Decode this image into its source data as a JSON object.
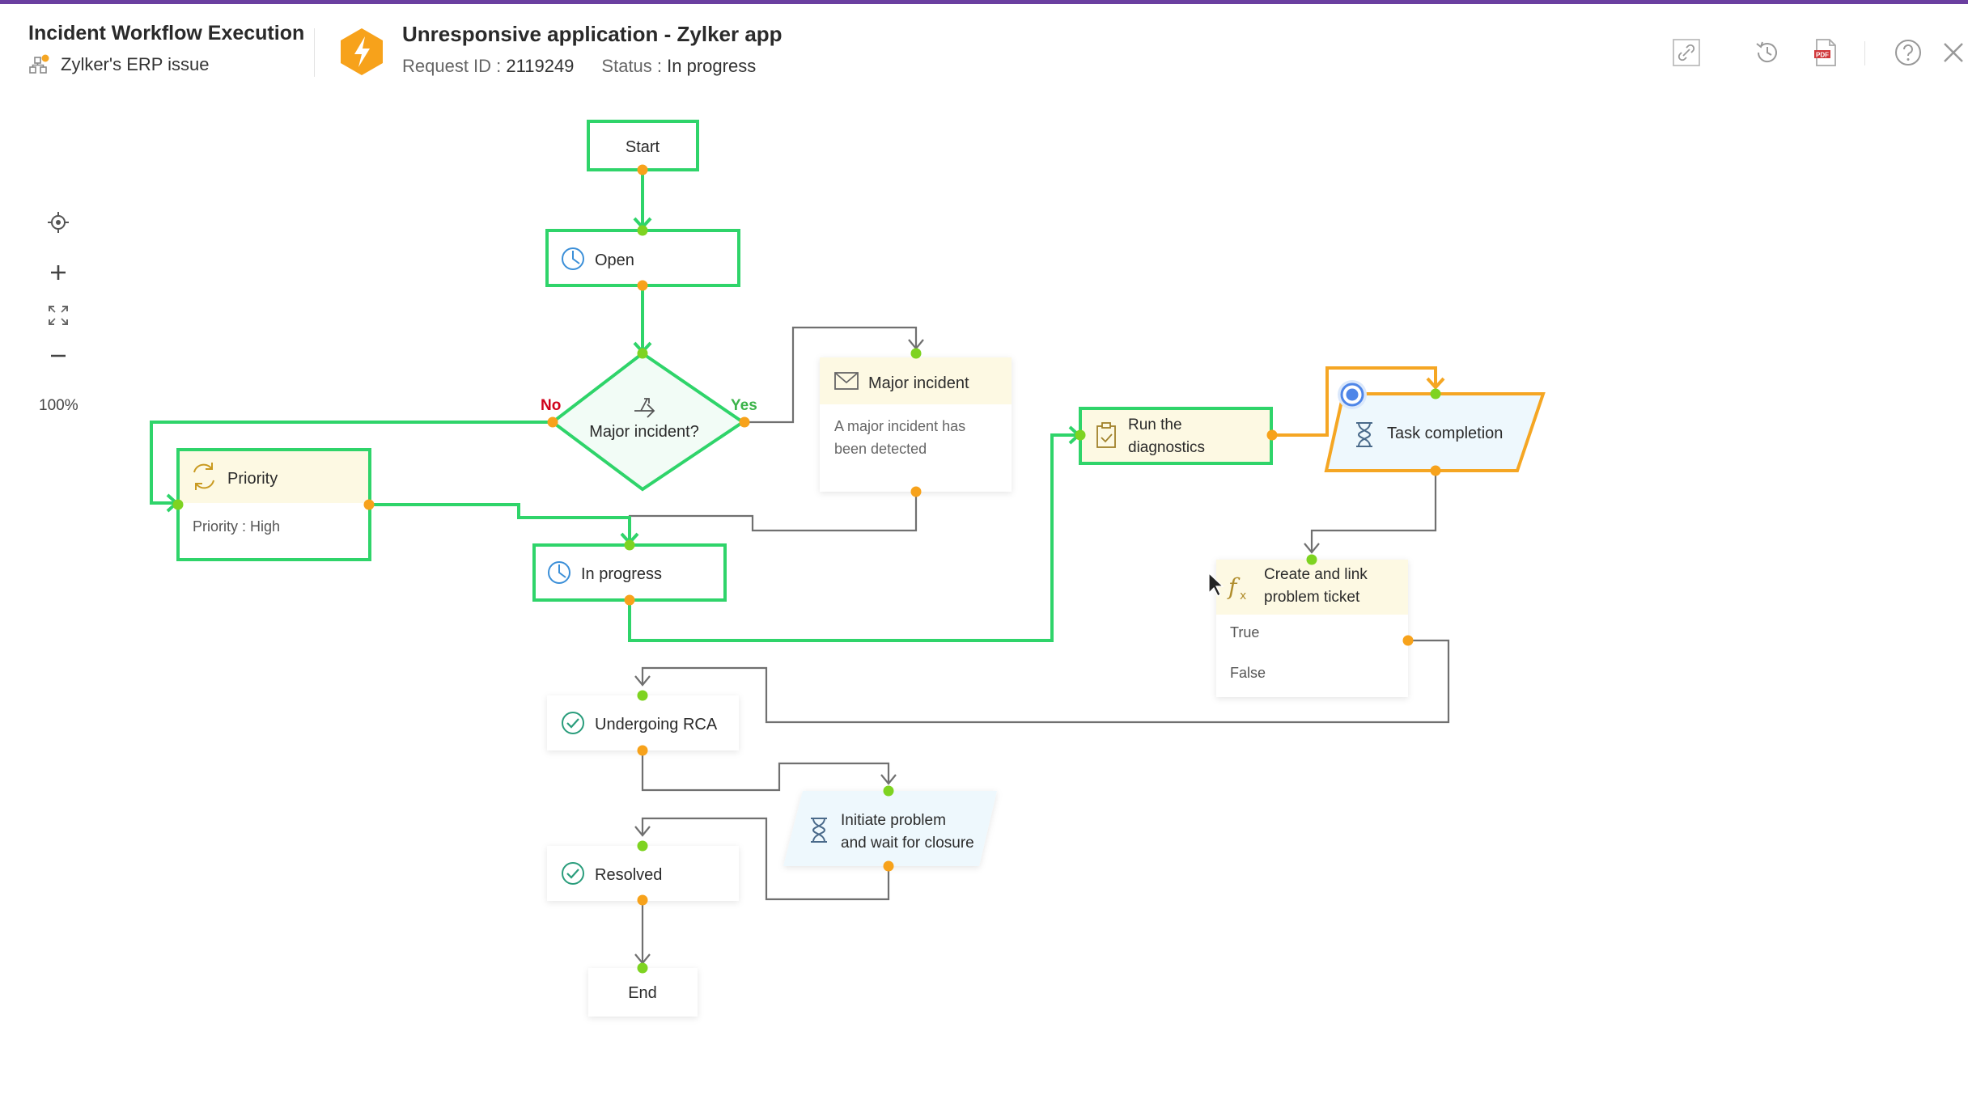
{
  "header": {
    "workflow_title": "Incident Workflow Execution",
    "workflow_subtitle": "Zylker's ERP issue",
    "request_title": "Unresponsive application - Zylker app",
    "request_id_label": "Request ID :",
    "request_id_value": "2119249",
    "status_label": "Status :",
    "status_value": "In progress"
  },
  "toolbar": {
    "icons": [
      "link-icon",
      "history-icon",
      "pdf-icon",
      "help-icon",
      "close-icon"
    ]
  },
  "zoom": {
    "level": "100%",
    "icons": [
      "locate-icon",
      "zoom-in-icon",
      "fit-screen-icon",
      "zoom-out-icon"
    ]
  },
  "colors": {
    "active_green": "#2fd46a",
    "current_orange": "#f5a623",
    "connector_dot_orange": "#f7a21b",
    "connector_dot_green": "#7ed321",
    "edge_grey": "#707070",
    "no_label": "#d0021b",
    "yes_label": "#3cb34a",
    "node_header_yellow": "#fdf9e3",
    "accent_purple": "#6b3fa0"
  },
  "flow": {
    "start": "Start",
    "open": "Open",
    "decision": "Major incident?",
    "decision_no": "No",
    "decision_yes": "Yes",
    "major_incident": {
      "title": "Major incident",
      "body1": "A major incident has",
      "body2": "been detected"
    },
    "priority": {
      "title": "Priority",
      "body": "Priority : High"
    },
    "in_progress": "In progress",
    "run_diagnostics": {
      "line1": "Run the",
      "line2": "diagnostics"
    },
    "task_completion": "Task completion",
    "create_link": {
      "line1": "Create and link",
      "line2": "problem ticket",
      "true_label": "True",
      "false_label": "False"
    },
    "undergoing_rca": "Undergoing RCA",
    "initiate": {
      "line1": "Initiate problem",
      "line2": "and wait for closure"
    },
    "resolved": "Resolved",
    "end": "End"
  }
}
